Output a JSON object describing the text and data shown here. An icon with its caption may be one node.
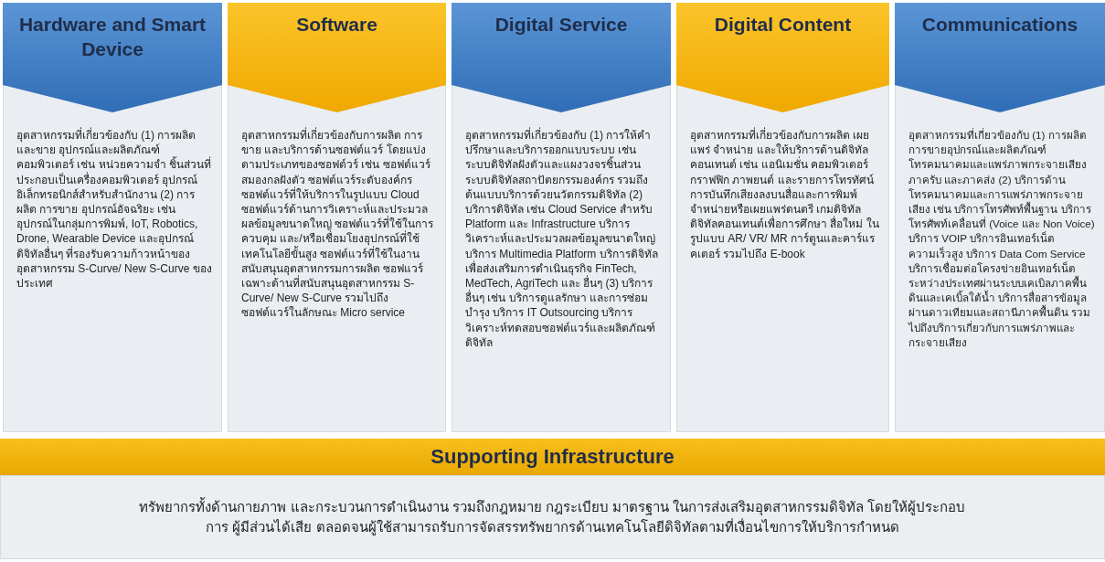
{
  "diagram": {
    "nodes": [
      {
        "text": [
          "Hardware and Smart Device",
          "อุตสาหกรรมที่เกี่ยวข้องกับ (1) การผลิตและขาย อุปกรณ์และผลิตภัณฑ์คอมพิวเตอร์ เช่น หน่วยความจำ ชิ้นส่วนที่ประกอบเป็นเครื่องคอมพิวเตอร์ อุปกรณ์อิเล็กทรอนิกส์สำหรับสำนักงาน (2) การผลิต การขาย อุปกรณ์อัจฉริยะ เช่น อุปกรณ์ในกลุ่มการพิมพ์, IoT, Robotics, Drone, Wearable Device และอุปกรณ์ดิจิทัลอื่นๆ ที่รองรับความก้าวหน้าของอุตสาหกรรม S-Curve/ New S-Curve ของประเทศ"
        ]
      },
      {
        "text": [
          "Software",
          "อุตสาหกรรมที่เกี่ยวข้องกับการผลิต การขาย และบริการด้านซอฟต์แวร์ โดยแบ่งตามประเภทของซอฟต์วร์ เช่น ซอฟต์แวร์สมองกลฝังตัว ซอฟต์แวร์ระดับองค์กร ซอฟต์แวร์ที่ให้บริการในรูปแบบ Cloud ซอฟต์แวร์ด้านการวิเคราะห์และประมวลผลข้อมูลขนาดใหญ่ ซอฟต์แวร์ที่ใช้ในการควบคุม และ/หรือเชื่อมโยงอุปกรณ์ที่ใช้เทคโนโลยีขั้นสูง ซอฟต์แวร์ที่ใช้ในงานสนับสนุนอุตสาหกรรมการผลิต ซอฟแวร์เฉพาะด้านที่สนับสนุนอุตสาหกรรม S-Curve/ New S-Curve รวมไปถึง ซอฟต์แวร์ในลักษณะ Micro service"
        ]
      },
      {
        "text": [
          "Digital Service",
          "อุตสาหกรรมที่เกี่ยวข้องกับ (1) การให้คำปรึกษาและบริการออกแบบระบบ เช่น ระบบดิจิทัลฝังตัวและแผงวงจรชิ้นส่วน ระบบดิจิทัลสถาปัตยกรรมองค์กร รวมถึงต้นแบบบริการด้วยนวัตกรรมดิจิทัล (2) บริการดิจิทัล เช่น Cloud Service สำหรับ Platform และ Infrastructure บริการวิเคราะห์และประมวลผลข้อมูลขนาดใหญ่ บริการ Multimedia Platform บริการดิจิทัลเพื่อส่งเสริมการดำเนินธุรกิจ FinTech, MedTech, AgriTech และ อื่นๆ (3) บริการอื่นๆ เช่น บริการดูแลรักษา และการซ่อมบำรุง บริการ IT Outsourcing บริการวิเคราะห์ทดสอบซอฟต์แวร์และผลิตภัณฑ์ดิจิทัล"
        ]
      },
      {
        "text": [
          "Digital Content",
          "อุตสาหกรรมที่เกี่ยวข้องกับการผลิต เผยแพร่ จำหน่าย และให้บริการด้านดิจิทัลคอนเทนต์ เช่น แอนิเมชั่น คอมพิวเตอร์กราฟฟิก ภาพยนต์ และรายการโทรทัศน์ การบันทึกเสียงลงบนสื่อและการพิมพ์ จำหน่ายหรือเผยแพร่ดนตรี เกมดิจิทัล ดิจิทัลคอนเทนต์เพื่อการศึกษา สื่อใหม่ ในรูปแบบ AR/ VR/ MR การ์ตูนและคาร์แรคเตอร์ รวมไปถึง E-book"
        ]
      },
      {
        "text": [
          "Communications",
          "อุตสาหกรรมที่เกี่ยวข้องกับ (1) การผลิต การขายอุปกรณ์และผลิตภัณฑ์โทรคมนาคมและแพร่ภาพกระจายเสียงภาครับ และภาคส่ง (2) บริการด้านโทรคมนาคมและการแพร่ภาพกระจายเสียง เช่น บริการโทรศัพท์พื้นฐาน บริการโทรศัพท์เคลื่อนที่ (Voice และ Non Voice) บริการ VOIP บริการอินเทอร์เน็ตความเร็วสูง บริการ Data Com Service บริการเชื่อมต่อโครงข่ายอินเทอร์เน็ตระหว่างประเทศผ่านระบบเคเบิลภาคพื้นดินและเคเบิ้ลใต้น้ำ บริการสื่อสารข้อมูลผ่านดาวเทียมและสถานีภาคพื้นดิน รวมไปถึงบริการเกี่ยวกับการแพร่ภาพและกระจายเสียง"
        ]
      },
      {
        "text": [
          "Supporting Infrastructure",
          "ทรัพยากรทั้งด้านกายภาพ และกระบวนการดำเนินงาน รวมถึงกฎหมาย กฎระเบียบ มาตรฐาน ในการส่งเสริมอุตสาหกรรมดิจิทัล โดยให้ผู้ประกอบการ ผู้มีส่วนได้เสีย ตลอดจนผู้ใช้สามารถรับการจัดสรรทรัพยากรด้านเทคโนโลยีดิจิทัลตามที่เงื่อนไขการให้บริการกำหนด"
        ]
      }
    ]
  }
}
